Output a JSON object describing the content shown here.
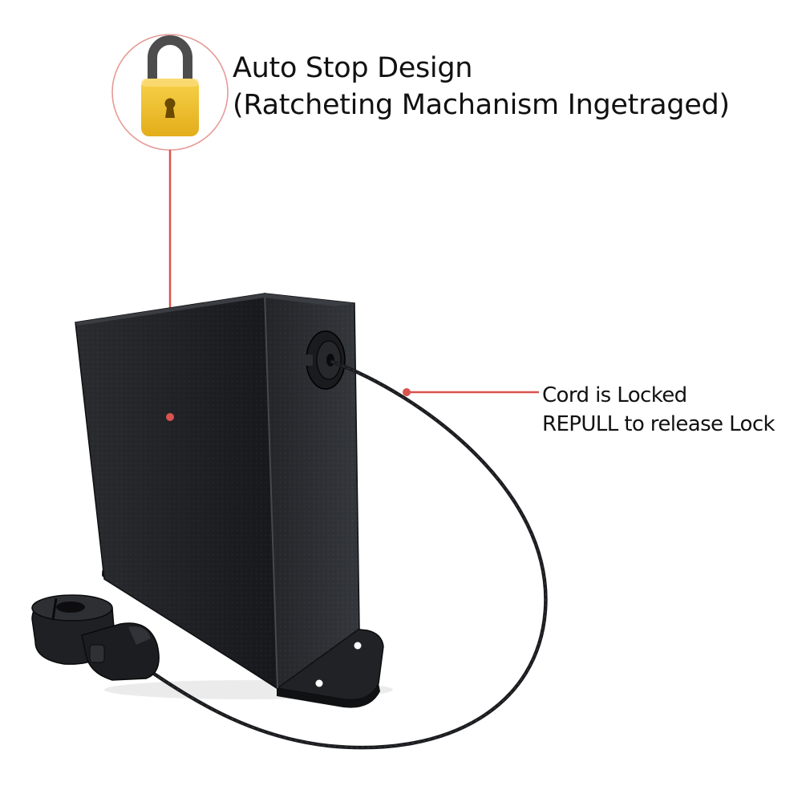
{
  "annotations": {
    "auto_stop": {
      "title": "Auto Stop Design",
      "subtitle": "(Ratcheting Machanism Ingetraged)"
    },
    "cord": {
      "line1": "Cord is Locked",
      "line2": "REPULL to release Lock"
    }
  },
  "colors": {
    "leader_line": "#d9534f",
    "box_body": "#1f2124",
    "padlock_body": "#f1c232",
    "padlock_shackle": "#4a4a4a"
  },
  "icons": {
    "lock": "padlock-icon"
  }
}
